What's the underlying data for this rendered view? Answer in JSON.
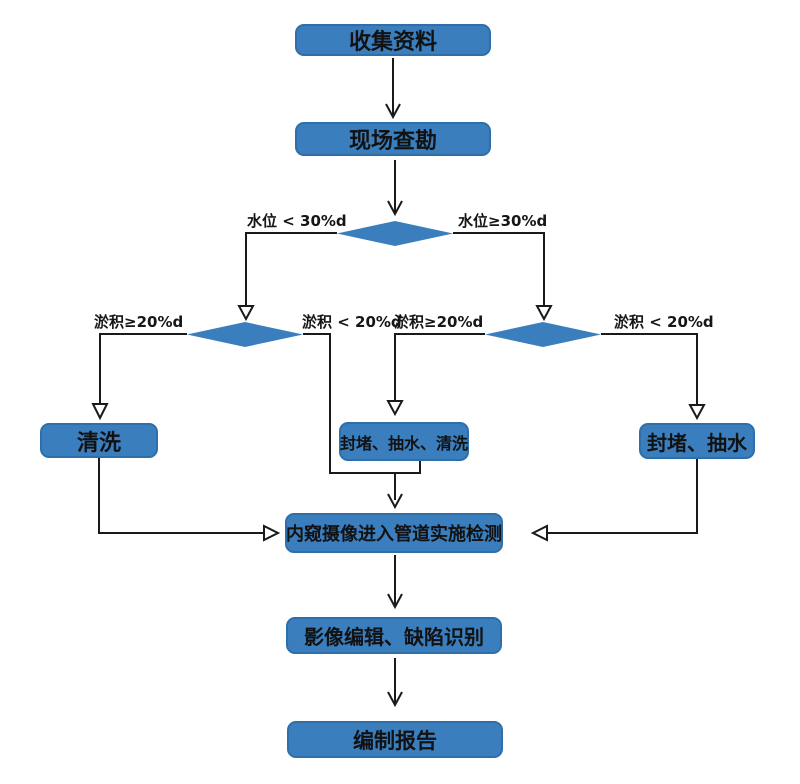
{
  "diagram": {
    "type": "flowchart",
    "colors": {
      "node_fill": "#3A7EBE",
      "node_border": "#2E6FA9",
      "connector": "#1a1a1a",
      "text": "#121212",
      "background": "#ffffff"
    },
    "nodes": {
      "collect": {
        "label": "收集资料"
      },
      "survey": {
        "label": "现场查勘"
      },
      "clean": {
        "label": "清洗"
      },
      "seal_pump_clean": {
        "label": "封堵、抽水、清洗"
      },
      "seal_pump": {
        "label": "封堵、抽水"
      },
      "inspect": {
        "label": "内窥摄像进入管道实施检测"
      },
      "edit": {
        "label": "影像编辑、缺陷识别"
      },
      "report": {
        "label": "编制报告"
      }
    },
    "branch_labels": {
      "water_lt": "水位 < 30%d",
      "water_ge": "水位≥30%d",
      "silt_ge_left": "淤积≥20%d",
      "silt_lt_left": "淤积 < 20%d",
      "silt_ge_right": "淤积≥20%d",
      "silt_lt_right": "淤积 < 20%d"
    }
  }
}
